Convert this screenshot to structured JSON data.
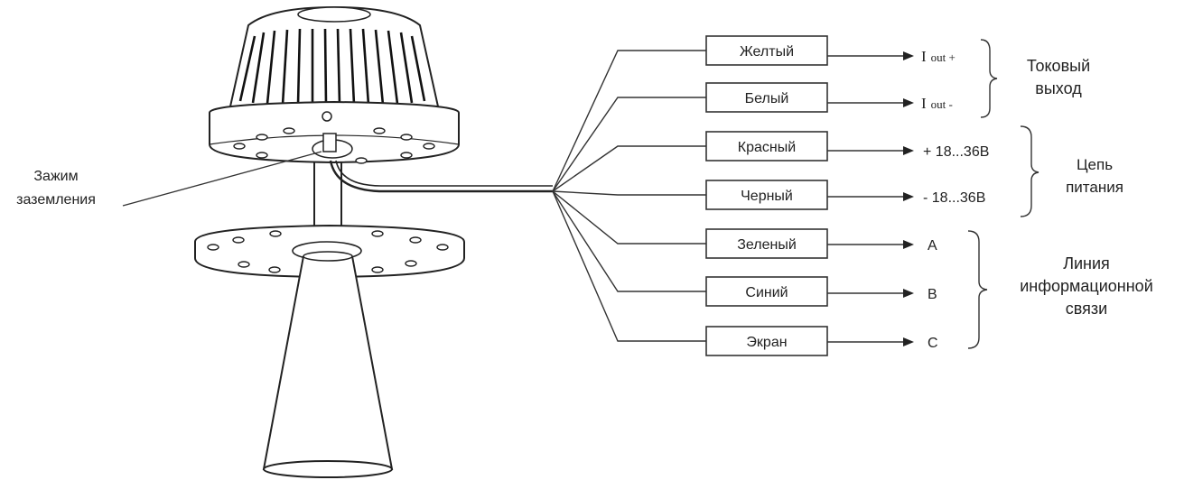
{
  "ground_clamp": [
    "Зажим",
    "заземления"
  ],
  "wires": [
    {
      "color": "Желтый",
      "signal_main": "I",
      "signal_sub": "out +"
    },
    {
      "color": "Белый",
      "signal_main": "I",
      "signal_sub": "out -"
    },
    {
      "color": "Красный",
      "signal_main": "+ 18...36В",
      "signal_sub": ""
    },
    {
      "color": "Черный",
      "signal_main": "- 18...36В",
      "signal_sub": ""
    },
    {
      "color": "Зеленый",
      "signal_main": "A",
      "signal_sub": ""
    },
    {
      "color": "Синий",
      "signal_main": "B",
      "signal_sub": ""
    },
    {
      "color": "Экран",
      "signal_main": "C",
      "signal_sub": ""
    }
  ],
  "groups": [
    {
      "lines": [
        "Токовый",
        "выход"
      ]
    },
    {
      "lines": [
        "Цепь",
        "питания"
      ]
    },
    {
      "lines": [
        "Линия",
        "информационной",
        "связи"
      ]
    }
  ]
}
